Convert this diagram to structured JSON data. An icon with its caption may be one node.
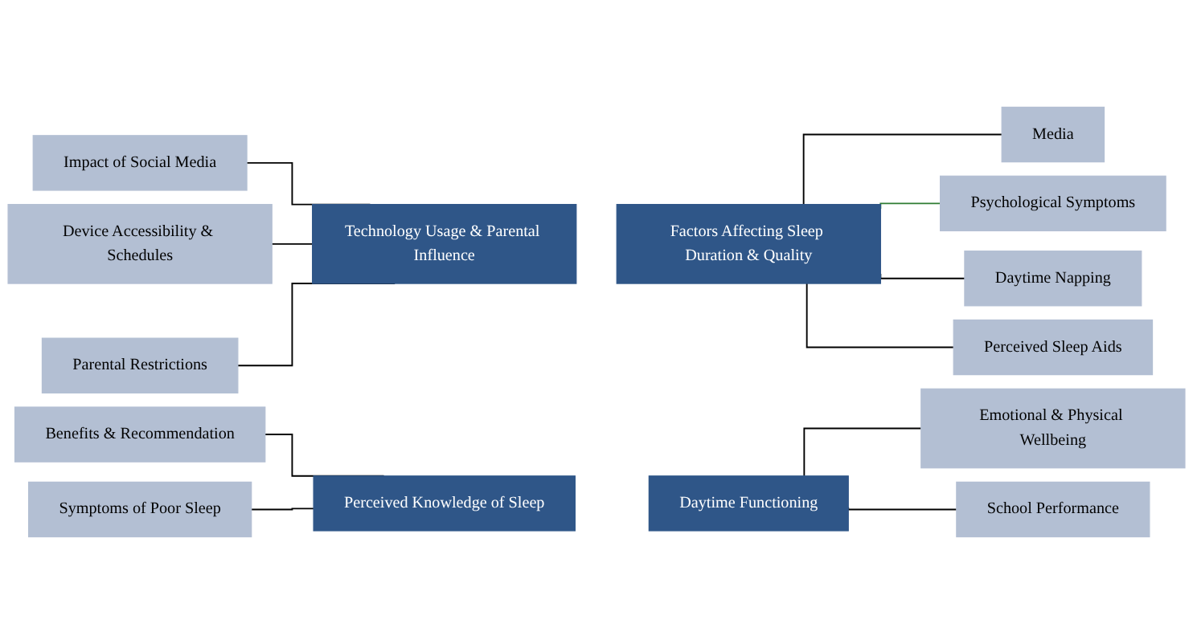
{
  "diagram": {
    "nodes": [
      {
        "text": [
          "Impact of Social Media"
        ]
      },
      {
        "text": [
          "Device Accessibility & Schedules"
        ]
      },
      {
        "text": [
          "Parental Restrictions"
        ]
      },
      {
        "text": [
          "Technology Usage & Parental Influence"
        ]
      },
      {
        "text": [
          "Factors Affecting Sleep Duration & Quality"
        ]
      },
      {
        "text": [
          "Media"
        ]
      },
      {
        "text": [
          "Psychological Symptoms"
        ]
      },
      {
        "text": [
          "Daytime Napping"
        ]
      },
      {
        "text": [
          "Perceived Sleep Aids"
        ]
      },
      {
        "text": [
          "Benefits & Recommendation"
        ]
      },
      {
        "text": [
          "Symptoms of Poor Sleep"
        ]
      },
      {
        "text": [
          "Perceived Knowledge of Sleep"
        ]
      },
      {
        "text": [
          "Daytime Functioning"
        ]
      },
      {
        "text": [
          "Emotional & Physical Wellbeing"
        ]
      },
      {
        "text": [
          "School Performance"
        ]
      }
    ],
    "edges": [
      {
        "from": 0,
        "to": 3,
        "arrow": "none"
      },
      {
        "from": 1,
        "to": 3,
        "arrow": "none"
      },
      {
        "from": 2,
        "to": 3,
        "arrow": "none"
      },
      {
        "from": 4,
        "to": 5,
        "arrow": "none"
      },
      {
        "from": 4,
        "to": 6,
        "arrow": "none",
        "color": "#2e7d32"
      },
      {
        "from": 4,
        "to": 7,
        "arrow": "none"
      },
      {
        "from": 4,
        "to": 8,
        "arrow": "none"
      },
      {
        "from": 9,
        "to": 11,
        "arrow": "none"
      },
      {
        "from": 10,
        "to": 11,
        "arrow": "none"
      },
      {
        "from": 12,
        "to": 13,
        "arrow": "none"
      },
      {
        "from": 12,
        "to": 14,
        "arrow": "none"
      }
    ]
  }
}
